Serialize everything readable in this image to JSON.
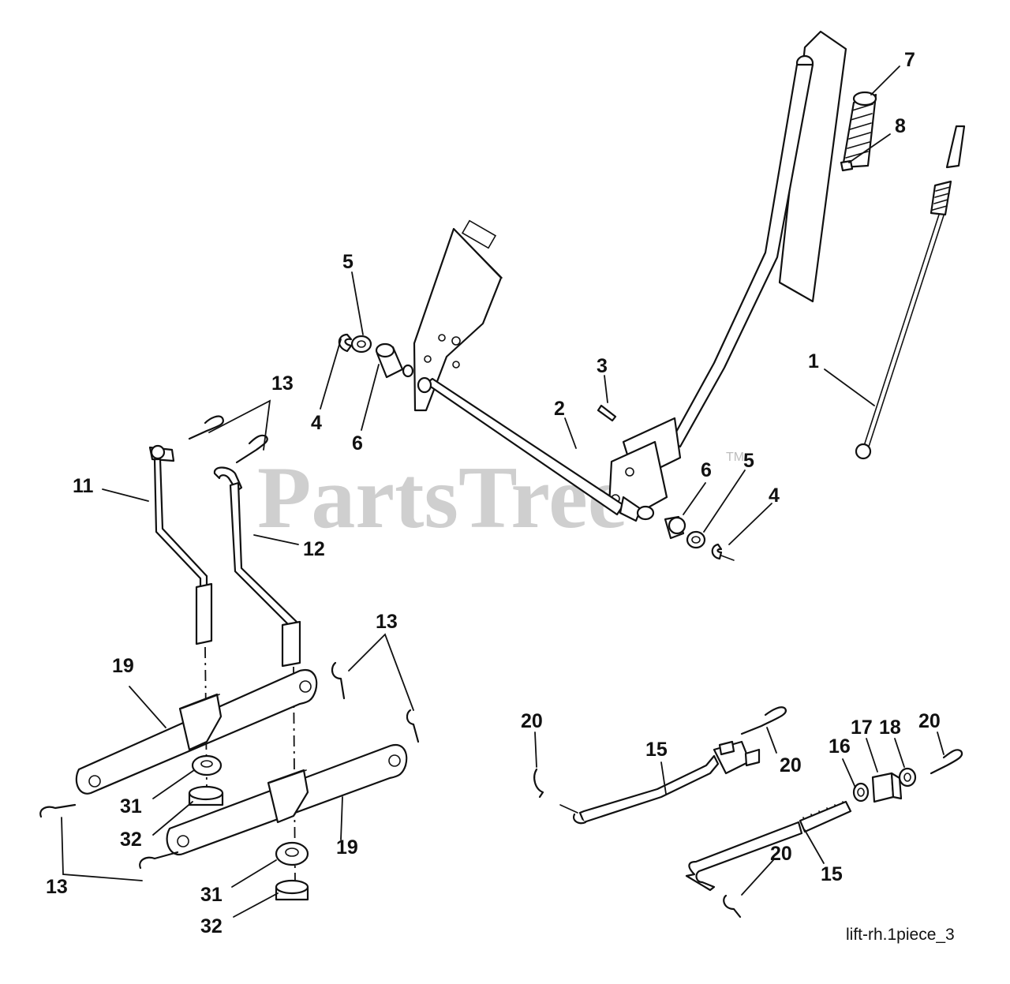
{
  "watermark": {
    "text": "PartsTree",
    "tm": "TM"
  },
  "reference_code": "lift-rh.1piece_3",
  "callouts": [
    {
      "id": "c7",
      "text": "7"
    },
    {
      "id": "c8",
      "text": "8"
    },
    {
      "id": "c1",
      "text": "1"
    },
    {
      "id": "c5a",
      "text": "5"
    },
    {
      "id": "c4a",
      "text": "4"
    },
    {
      "id": "c6a",
      "text": "6"
    },
    {
      "id": "c3",
      "text": "3"
    },
    {
      "id": "c2",
      "text": "2"
    },
    {
      "id": "c13a",
      "text": "13"
    },
    {
      "id": "c11",
      "text": "11"
    },
    {
      "id": "c12",
      "text": "12"
    },
    {
      "id": "c6b",
      "text": "6"
    },
    {
      "id": "c5b",
      "text": "5"
    },
    {
      "id": "c4b",
      "text": "4"
    },
    {
      "id": "c13b",
      "text": "13"
    },
    {
      "id": "c19a",
      "text": "19"
    },
    {
      "id": "c31a",
      "text": "31"
    },
    {
      "id": "c32a",
      "text": "32"
    },
    {
      "id": "c19b",
      "text": "19"
    },
    {
      "id": "c13c",
      "text": "13"
    },
    {
      "id": "c31b",
      "text": "31"
    },
    {
      "id": "c32b",
      "text": "32"
    },
    {
      "id": "c20a",
      "text": "20"
    },
    {
      "id": "c15a",
      "text": "15"
    },
    {
      "id": "c20b",
      "text": "20"
    },
    {
      "id": "c16",
      "text": "16"
    },
    {
      "id": "c17",
      "text": "17"
    },
    {
      "id": "c18",
      "text": "18"
    },
    {
      "id": "c20c",
      "text": "20"
    },
    {
      "id": "c20d",
      "text": "20"
    },
    {
      "id": "c15b",
      "text": "15"
    }
  ]
}
